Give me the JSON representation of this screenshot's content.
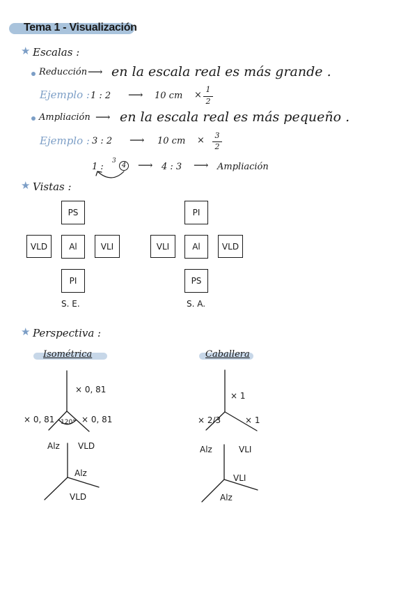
{
  "title": "Tema 1 - Visualización",
  "escalas": {
    "heading": "Escalas :",
    "reduccion": {
      "label": "Reducción",
      "text": "en la escala real es más grande .",
      "ejemplo_label": "Ejemplo :",
      "ratio": "1 : 2",
      "value": "10 cm",
      "times": "×",
      "frac_num": "1",
      "frac_den": "2"
    },
    "ampliacion": {
      "label": "Ampliación",
      "text": "en la escala real es más pequeño .",
      "ejemplo_label": "Ejemplo :",
      "ratio": "3 : 2",
      "value": "10 cm",
      "times": "×",
      "frac_num": "3",
      "frac_den": "2"
    },
    "swap": {
      "ratio_left": "1 :",
      "sup3": "3",
      "circ4": "4",
      "ratio_result": "4 : 3",
      "result": "Ampliación"
    }
  },
  "vistas": {
    "heading": "Vistas :",
    "se": {
      "top": "PS",
      "left": "VLD",
      "center": "Al",
      "right": "VLI",
      "bottom": "PI",
      "caption": "S. E."
    },
    "sa": {
      "top": "PI",
      "left": "VLI",
      "center": "Al",
      "right": "VLD",
      "bottom": "PS",
      "caption": "S. A."
    }
  },
  "perspectiva": {
    "heading": "Perspectiva :",
    "isometrica": {
      "label": "Isométrica",
      "top": "× 0, 81",
      "left": "× 0, 81",
      "right": "× 0, 81",
      "angle": "120°",
      "alz": "Alz",
      "vld_top": "VLD",
      "alz2": "Alz",
      "vld_bottom": "VLD"
    },
    "caballera": {
      "label": "Caballera",
      "top": "× 1",
      "left": "× 2/3",
      "right": "× 1",
      "alz": "Alz",
      "vli_top": "VLI",
      "vli_mid": "VLI",
      "alz2": "Alz"
    }
  }
}
